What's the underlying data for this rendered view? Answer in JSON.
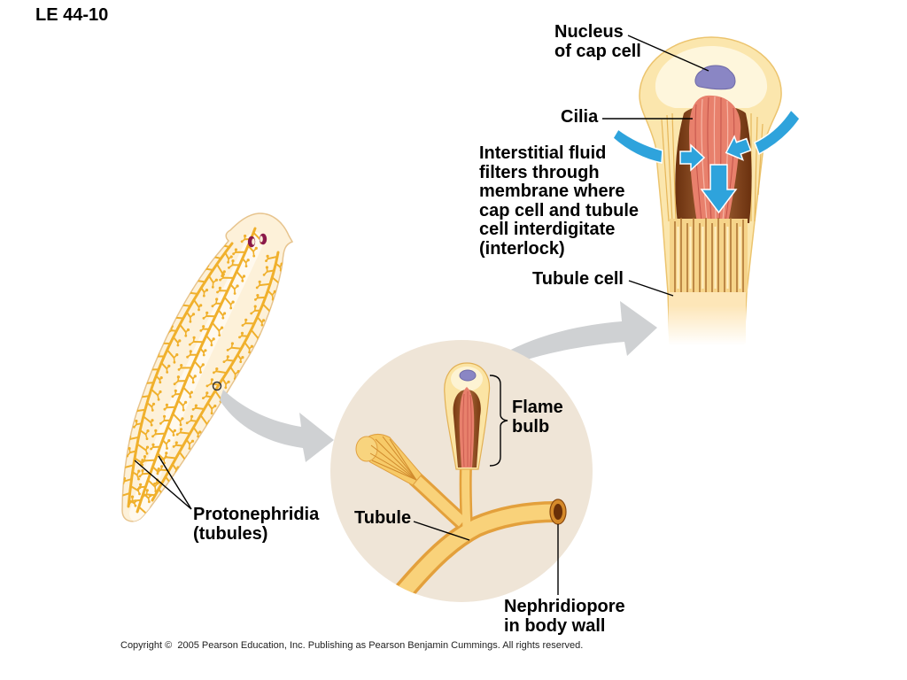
{
  "figure_id": "LE 44-10",
  "labels": {
    "nucleus": {
      "line1": "Nucleus",
      "line2": "of cap cell"
    },
    "cilia": "Cilia",
    "interstitial": [
      "Interstitial fluid",
      "filters through",
      "membrane where",
      "cap cell and tubule",
      "cell interdigitate",
      "(interlock)"
    ],
    "tubule_cell": "Tubule cell",
    "flame_bulb": {
      "line1": "Flame",
      "line2": "bulb"
    },
    "protonephridia": {
      "line1": "Protonephridia",
      "line2": "(tubules)"
    },
    "tubule": "Tubule",
    "nephridiopore": {
      "line1": "Nephridiopore",
      "line2": "in body wall"
    }
  },
  "copyright": "Copyright ©  2005 Pearson Education, Inc. Publishing as Pearson Benjamin Cummings. All rights reserved.",
  "colors": {
    "fluid_arrow": "#2ea3dc",
    "zoom_arrow": "#cfd1d3",
    "magnified_view": "#efe5d7",
    "tubule": "#f9d27a",
    "tubule_outline": "#e3a03c",
    "cilia": "#e8806c",
    "nucleus": "#8a86c4",
    "worm_tubules": "#f0b02c"
  }
}
